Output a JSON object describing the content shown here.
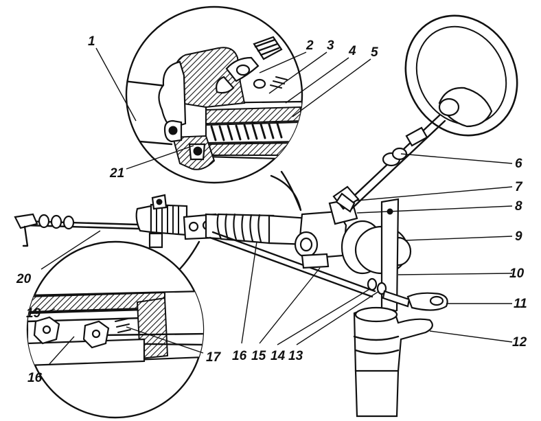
{
  "labels": [
    {
      "id": "1",
      "text": "1"
    },
    {
      "id": "2",
      "text": "2"
    },
    {
      "id": "3",
      "text": "3"
    },
    {
      "id": "4",
      "text": "4"
    },
    {
      "id": "5",
      "text": "5"
    },
    {
      "id": "6",
      "text": "6"
    },
    {
      "id": "7",
      "text": "7"
    },
    {
      "id": "8",
      "text": "8"
    },
    {
      "id": "9",
      "text": "9"
    },
    {
      "id": "10",
      "text": "10"
    },
    {
      "id": "11",
      "text": "11"
    },
    {
      "id": "12",
      "text": "12"
    },
    {
      "id": "13",
      "text": "13"
    },
    {
      "id": "14",
      "text": "14"
    },
    {
      "id": "15",
      "text": "15"
    },
    {
      "id": "16a",
      "text": "16"
    },
    {
      "id": "16b",
      "text": "16"
    },
    {
      "id": "17",
      "text": "17"
    },
    {
      "id": "19",
      "text": "19"
    },
    {
      "id": "20",
      "text": "20"
    },
    {
      "id": "21",
      "text": "21"
    }
  ]
}
